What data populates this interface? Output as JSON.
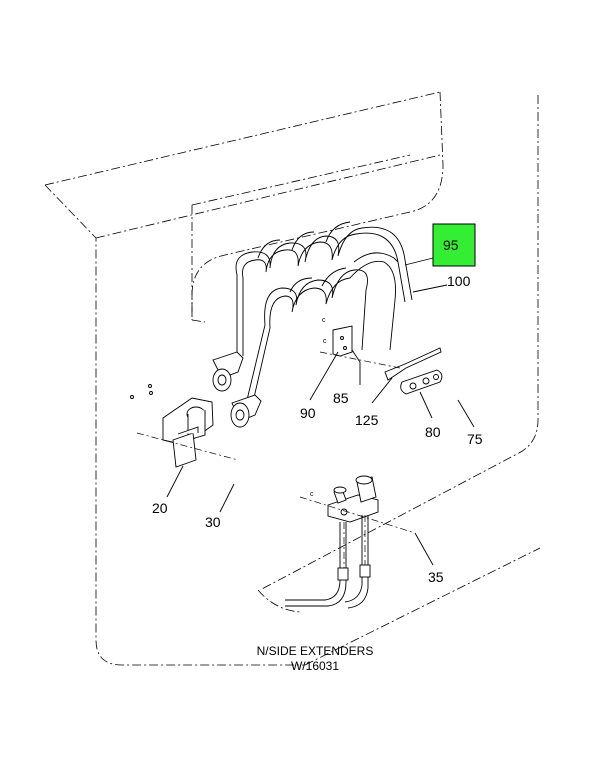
{
  "callouts": {
    "c95": "95",
    "c100": "100",
    "c90": "90",
    "c85": "85",
    "c125": "125",
    "c80": "80",
    "c75": "75",
    "c20": "20",
    "c30": "30",
    "c35": "35"
  },
  "highlight_color": "#33ee33",
  "highlighted_callout": "95",
  "caption": {
    "line1": "N/SIDE EXTENDERS",
    "line2": "W/16031"
  }
}
